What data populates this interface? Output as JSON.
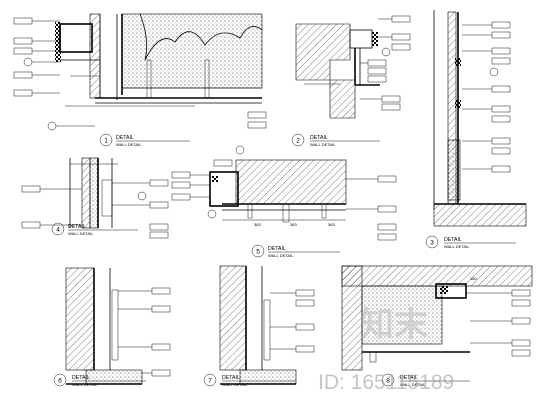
{
  "sheet": {
    "details": [
      {
        "num": "1",
        "title": "DETAIL",
        "subtitle": "WALL DETAIL"
      },
      {
        "num": "2",
        "title": "DETAIL",
        "subtitle": "WALL DETAIL"
      },
      {
        "num": "3",
        "title": "DETAIL",
        "subtitle": "WALL DETAIL"
      },
      {
        "num": "4",
        "title": "DETAIL",
        "subtitle": "WALL DETAIL"
      },
      {
        "num": "5",
        "title": "DETAIL",
        "subtitle": "WALL DETAIL"
      },
      {
        "num": "6",
        "title": "DETAIL",
        "subtitle": "WALL DETAIL"
      },
      {
        "num": "7",
        "title": "DETAIL",
        "subtitle": "WALL DETAIL"
      },
      {
        "num": "8",
        "title": "DETAIL",
        "subtitle": "WALL DETAIL"
      }
    ],
    "dims5": [
      "383",
      "383",
      "383"
    ],
    "dim8": "180"
  },
  "watermark": {
    "logo_text": "知末",
    "id_text": "ID: 165115189"
  }
}
